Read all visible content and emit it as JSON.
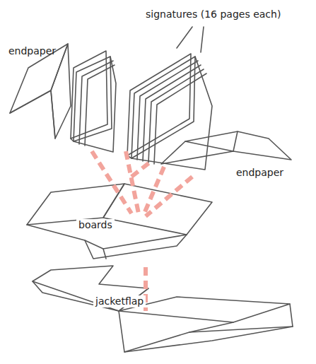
{
  "diagram": {
    "labels": [
      "signatures (16 pages each)",
      "endpaper",
      "endpaper",
      "boards",
      "jacketflap"
    ]
  }
}
